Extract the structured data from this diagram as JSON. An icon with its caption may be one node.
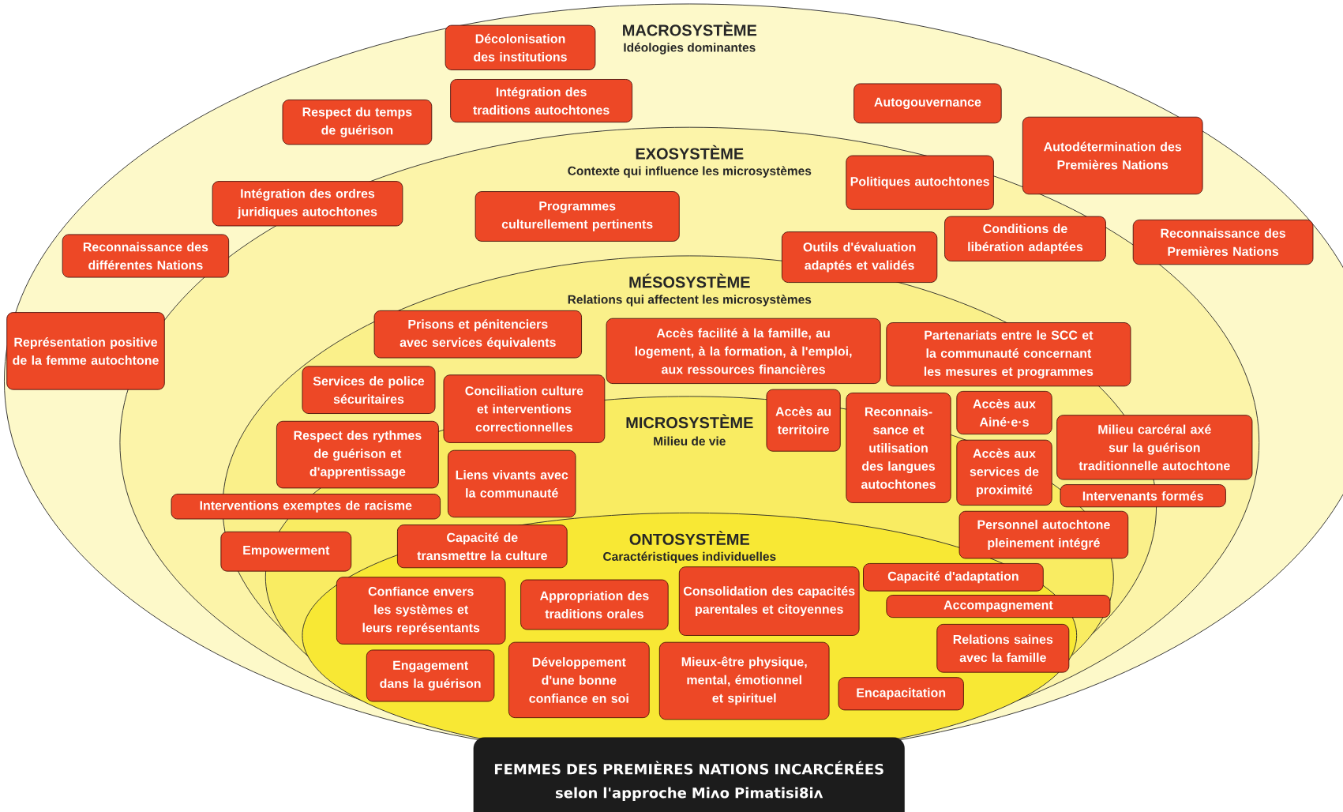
{
  "diagram": {
    "nodes": [
      {
        "text": [
          "MACROSYSTÈME",
          "Idéologies dominantes"
        ]
      },
      {
        "text": [
          "EXOSYSTÈME",
          "Contexte qui influence les microsystèmes"
        ],
        "in": 0
      },
      {
        "text": [
          "MÉSOSYSTÈME",
          "Relations qui affectent les microsystèmes"
        ],
        "in": 1
      },
      {
        "text": [
          "MICROSYSTÈME",
          "Milieu de vie"
        ],
        "in": 2
      },
      {
        "text": [
          "ONTOSYSTÈME",
          "Caractéristiques individuelles"
        ],
        "in": 3
      },
      {
        "text": [
          "Décolonisation des institutions"
        ],
        "in": 0
      },
      {
        "text": [
          "Intégration des traditions autochtones"
        ],
        "in": 0
      },
      {
        "text": [
          "Autogouvernance"
        ],
        "in": 0
      },
      {
        "text": [
          "Respect du temps de guérison"
        ],
        "in": 0
      },
      {
        "text": [
          "Autodétermination des Premières Nations"
        ],
        "in": 0
      },
      {
        "text": [
          "Intégration des ordres juridiques autochtones"
        ],
        "in": 0
      },
      {
        "text": [
          "Reconnaissance des différentes Nations"
        ],
        "in": 0
      },
      {
        "text": [
          "Reconnaissance des Premières Nations"
        ],
        "in": 0
      },
      {
        "text": [
          "Représentation positive de la femme autochtone"
        ],
        "in": 0
      },
      {
        "text": [
          "Politiques autochtones"
        ],
        "in": 1
      },
      {
        "text": [
          "Programmes culturellement pertinents"
        ],
        "in": 1
      },
      {
        "text": [
          "Conditions de libération adaptées"
        ],
        "in": 1
      },
      {
        "text": [
          "Outils d'évaluation adaptés et validés"
        ],
        "in": 1
      },
      {
        "text": [
          "Prisons et pénitenciers avec services équivalents"
        ],
        "in": 2
      },
      {
        "text": [
          "Accès facilité à la famille, au logement, à la formation, à l'emploi, aux ressources financières"
        ],
        "in": 2
      },
      {
        "text": [
          "Partenariats entre le SCC et la communauté concernant les mesures et programmes"
        ],
        "in": 2
      },
      {
        "text": [
          "Services de police sécuritaires"
        ],
        "in": 2
      },
      {
        "text": [
          "Conciliation culture et interventions correctionnelles"
        ],
        "in": 2
      },
      {
        "text": [
          "Accès au territoire"
        ],
        "in": 2
      },
      {
        "text": [
          "Reconnais-sance et utilisation des langues autochtones"
        ],
        "in": 3
      },
      {
        "text": [
          "Accès aux Ainé·e·s"
        ],
        "in": 2
      },
      {
        "text": [
          "Milieu carcéral axé sur la guérison traditionnelle autochtone"
        ],
        "in": 1
      },
      {
        "text": [
          "Respect des rythmes de guérison et d'apprentissage"
        ],
        "in": 2
      },
      {
        "text": [
          "Liens vivants avec la communauté"
        ],
        "in": 3
      },
      {
        "text": [
          "Accès aux services de proximité"
        ],
        "in": 3
      },
      {
        "text": [
          "Interventions exemptes de racisme"
        ],
        "in": 1
      },
      {
        "text": [
          "Intervenants formés"
        ],
        "in": 1
      },
      {
        "text": [
          "Personnel autochtone pleinement intégré"
        ],
        "in": 2
      },
      {
        "text": [
          "Empowerment"
        ],
        "in": 2
      },
      {
        "text": [
          "Capacité de transmettre la culture"
        ],
        "in": 4
      },
      {
        "text": [
          "Capacité d'adaptation"
        ],
        "in": 4
      },
      {
        "text": [
          "Confiance envers les systèmes et leurs représentants"
        ],
        "in": 4
      },
      {
        "text": [
          "Appropriation des traditions orales"
        ],
        "in": 4
      },
      {
        "text": [
          "Consolidation des capacités parentales et citoyennes"
        ],
        "in": 4
      },
      {
        "text": [
          "Accompagnement"
        ],
        "in": 3
      },
      {
        "text": [
          "Relations saines avec la famille"
        ],
        "in": 4
      },
      {
        "text": [
          "Engagement dans la guérison"
        ],
        "in": 4
      },
      {
        "text": [
          "Développement d'une bonne confiance en soi"
        ],
        "in": 4
      },
      {
        "text": [
          "Mieux-être physique, mental, émotionnel et spirituel"
        ],
        "in": 4
      },
      {
        "text": [
          "Encapacitation"
        ],
        "in": 4
      },
      {
        "text": [
          "FEMMES DES PREMIÈRES NATIONS INCARCÉRÉES",
          "selon l'approche Miʌo Pimatisi8iʌ"
        ]
      }
    ]
  }
}
